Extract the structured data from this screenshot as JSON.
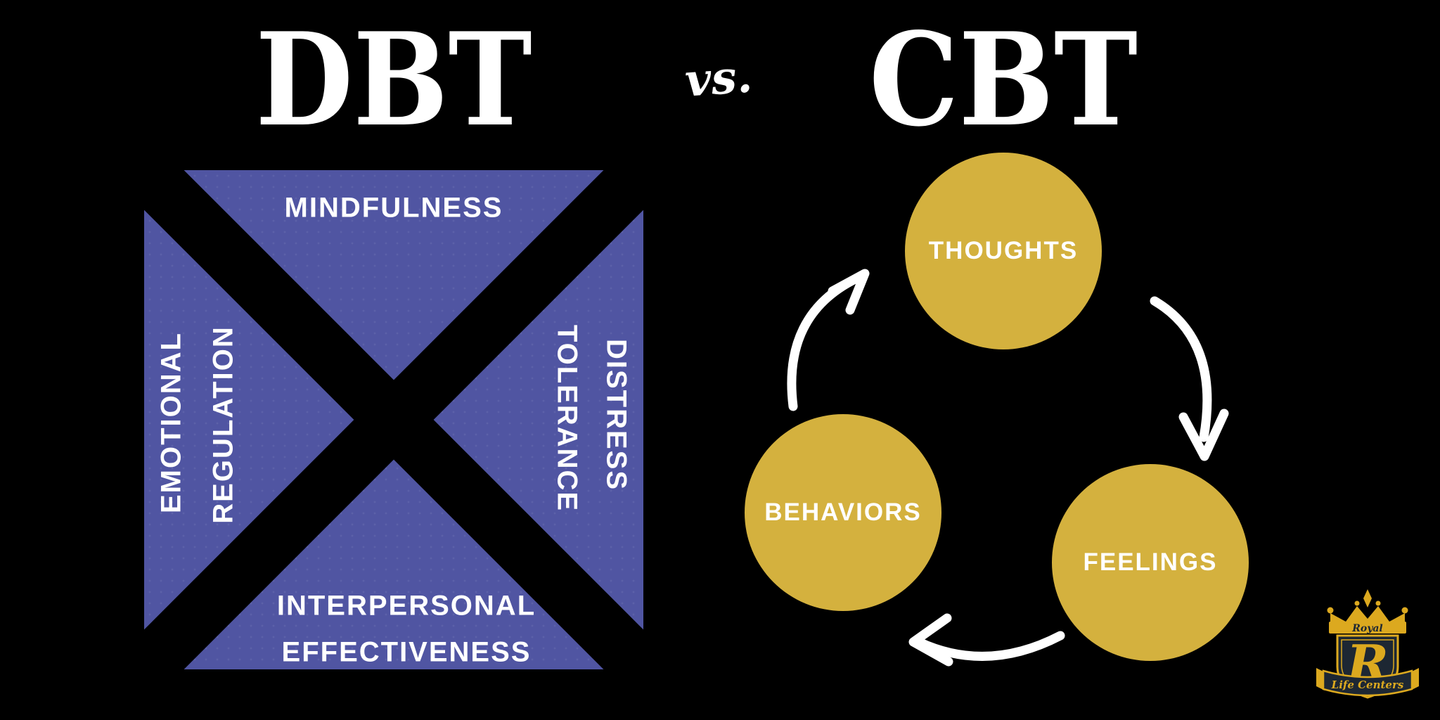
{
  "title": {
    "dbt": "DBT",
    "vs": "vs.",
    "cbt": "CBT"
  },
  "dbt_square": {
    "top_label": "MINDFULNESS",
    "left_label_line1": "EMOTIONAL",
    "left_label_line2": "REGULATION",
    "right_label_line1": "DISTRESS",
    "right_label_line2": "TOLERANCE",
    "bottom_label_line1": "INTERPERSONAL",
    "bottom_label_line2": "EFFECTIVENESS"
  },
  "cbt_cycle": {
    "nodes": [
      {
        "label": "THOUGHTS"
      },
      {
        "label": "FEELINGS"
      },
      {
        "label": "BEHAVIORS"
      }
    ]
  },
  "logo": {
    "crown_label": "Royal",
    "monogram": "R",
    "banner_label": "Life Centers"
  },
  "colors": {
    "background": "#000000",
    "dbt_square": "#5055a2",
    "x_divider": "#000000",
    "label_text": "#ffffff",
    "cycle_circle": "#d4b13e",
    "arrow": "#ffffff",
    "logo_gold": "#dca91f",
    "logo_navy": "#1d2733"
  }
}
